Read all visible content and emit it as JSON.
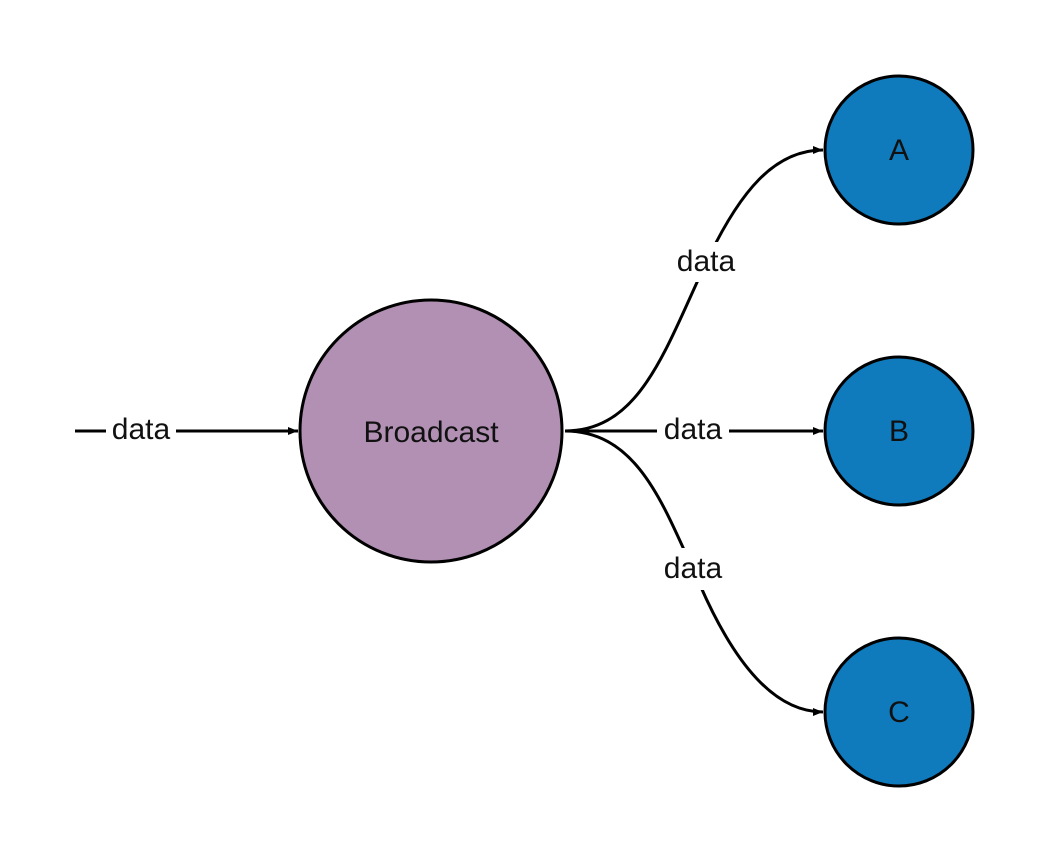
{
  "nodes": {
    "broadcast": {
      "label": "Broadcast",
      "color": "#b290b4"
    },
    "a": {
      "label": "A",
      "color": "#0f7bbd"
    },
    "b": {
      "label": "B",
      "color": "#0f7bbd"
    },
    "c": {
      "label": "C",
      "color": "#0f7bbd"
    }
  },
  "edges": {
    "input": {
      "label": "data"
    },
    "to_a": {
      "label": "data"
    },
    "to_b": {
      "label": "data"
    },
    "to_c": {
      "label": "data"
    }
  }
}
